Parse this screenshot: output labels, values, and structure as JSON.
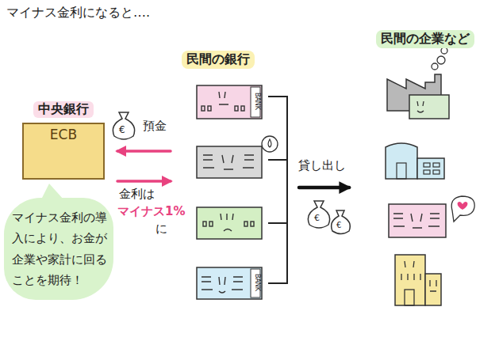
{
  "diagram": {
    "title": "マイナス金利になると….",
    "nodes": [
      {
        "text": [
          "中央銀行",
          "ECB"
        ]
      },
      {
        "text": [
          "民間の銀行"
        ]
      },
      {
        "text": [
          "民間の企業など"
        ]
      },
      {
        "text": [
          "マイナス金利の導入により、お金が企業や家計に回ることを期待！"
        ]
      }
    ],
    "edges": [
      {
        "from": 1,
        "to": 0,
        "label": "預金",
        "arrow": "to"
      },
      {
        "from": 0,
        "to": 1,
        "arrow": "to"
      },
      {
        "from": 1,
        "to": 2,
        "label": "貸し出し",
        "arrow": "to"
      }
    ],
    "labels": [
      "BANK",
      "BANK",
      "金利は",
      "マイナス1%",
      "に",
      "€",
      "€",
      "€"
    ]
  }
}
